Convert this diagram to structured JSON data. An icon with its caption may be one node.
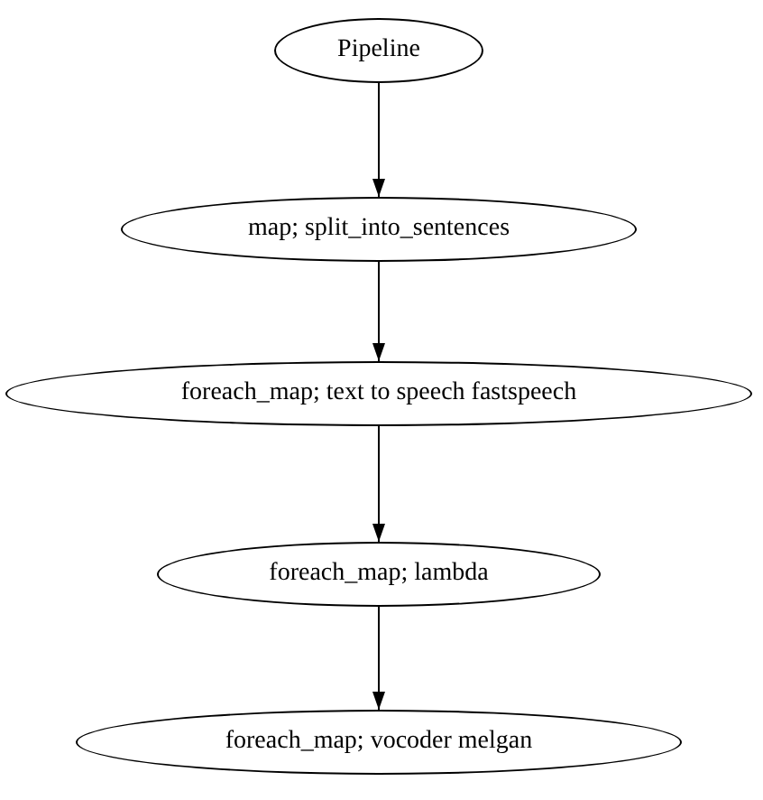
{
  "diagram": {
    "nodes": [
      {
        "text": [
          "Pipeline"
        ]
      },
      {
        "text": [
          "map; split_into_sentences"
        ]
      },
      {
        "text": [
          "foreach_map; text to speech fastspeech"
        ]
      },
      {
        "text": [
          "foreach_map; lambda"
        ]
      },
      {
        "text": [
          "foreach_map; vocoder melgan"
        ]
      }
    ],
    "edges": [
      {
        "from": 0,
        "to": 1,
        "arrow": "to"
      },
      {
        "from": 1,
        "to": 2,
        "arrow": "to"
      },
      {
        "from": 2,
        "to": 3,
        "arrow": "to"
      },
      {
        "from": 3,
        "to": 4,
        "arrow": "to"
      }
    ]
  }
}
